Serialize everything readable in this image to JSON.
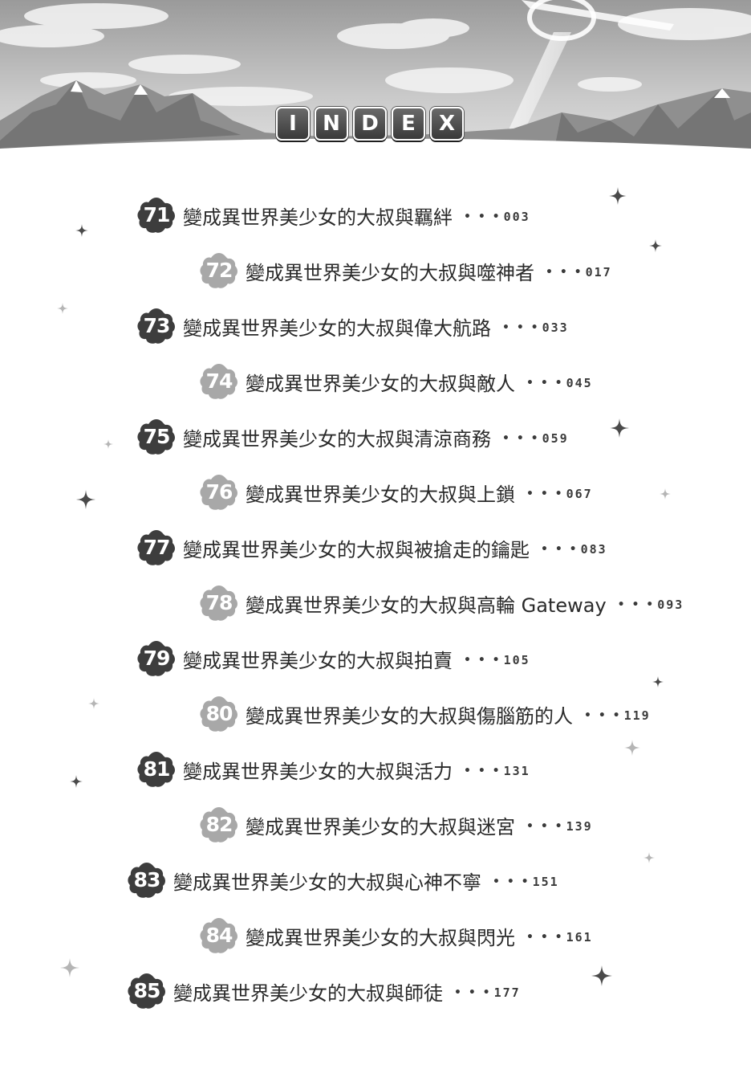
{
  "header": {
    "title_letters": [
      "I",
      "N",
      "D",
      "E",
      "X"
    ]
  },
  "toc": {
    "entries": [
      {
        "num": "71",
        "title": "變成異世界美少女的大叔與羈絆",
        "page": "003"
      },
      {
        "num": "72",
        "title": "變成異世界美少女的大叔與噬神者",
        "page": "017"
      },
      {
        "num": "73",
        "title": "變成異世界美少女的大叔與偉大航路",
        "page": "033"
      },
      {
        "num": "74",
        "title": "變成異世界美少女的大叔與敵人",
        "page": "045"
      },
      {
        "num": "75",
        "title": "變成異世界美少女的大叔與清涼商務",
        "page": "059"
      },
      {
        "num": "76",
        "title": "變成異世界美少女的大叔與上鎖",
        "page": "067"
      },
      {
        "num": "77",
        "title": "變成異世界美少女的大叔與被搶走的鑰匙",
        "page": "083"
      },
      {
        "num": "78",
        "title": "變成異世界美少女的大叔與高輪 Gateway",
        "page": "093"
      },
      {
        "num": "79",
        "title": "變成異世界美少女的大叔與拍賣",
        "page": "105"
      },
      {
        "num": "80",
        "title": "變成異世界美少女的大叔與傷腦筋的人",
        "page": "119"
      },
      {
        "num": "81",
        "title": "變成異世界美少女的大叔與活力",
        "page": "131"
      },
      {
        "num": "82",
        "title": "變成異世界美少女的大叔與迷宮",
        "page": "139"
      },
      {
        "num": "83",
        "title": "變成異世界美少女的大叔與心神不寧",
        "page": "151"
      },
      {
        "num": "84",
        "title": "變成異世界美少女的大叔與閃光",
        "page": "161"
      },
      {
        "num": "85",
        "title": "變成異世界美少女的大叔與師徒",
        "page": "177"
      }
    ],
    "leader": "• • •"
  },
  "decor": {
    "header_art": "sky-mountains-illustration",
    "badge_shape": "flower-badge-icon",
    "ornament": "sparkle-icon"
  }
}
